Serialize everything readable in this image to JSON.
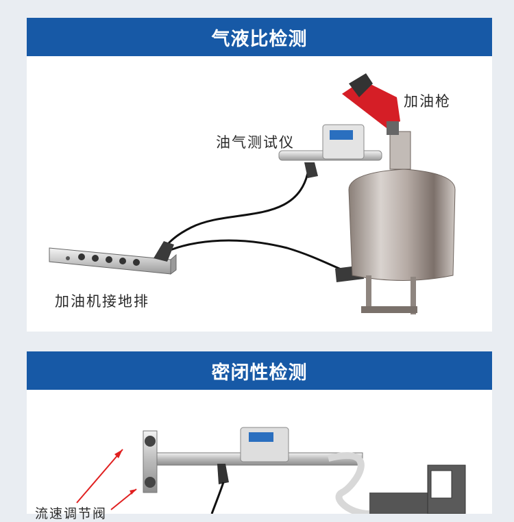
{
  "sections": [
    {
      "title": "气液比检测",
      "labels": {
        "nozzle": "加油枪",
        "tester": "油气测试仪",
        "ground_bar": "加油机接地排"
      }
    },
    {
      "title": "密闭性检测",
      "labels": {
        "flow_valve": "流速调节阀"
      }
    }
  ]
}
